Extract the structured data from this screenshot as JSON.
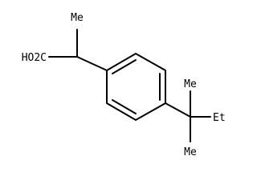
{
  "structure": {
    "labels": {
      "carboxyl": "HO2C",
      "methyl_alpha": "Me",
      "methyl_quat_top": "Me",
      "ethyl": "Et",
      "methyl_quat_bottom": "Me"
    },
    "colors": {
      "bond": "#000000",
      "text": "#000000",
      "background": "#ffffff"
    }
  }
}
